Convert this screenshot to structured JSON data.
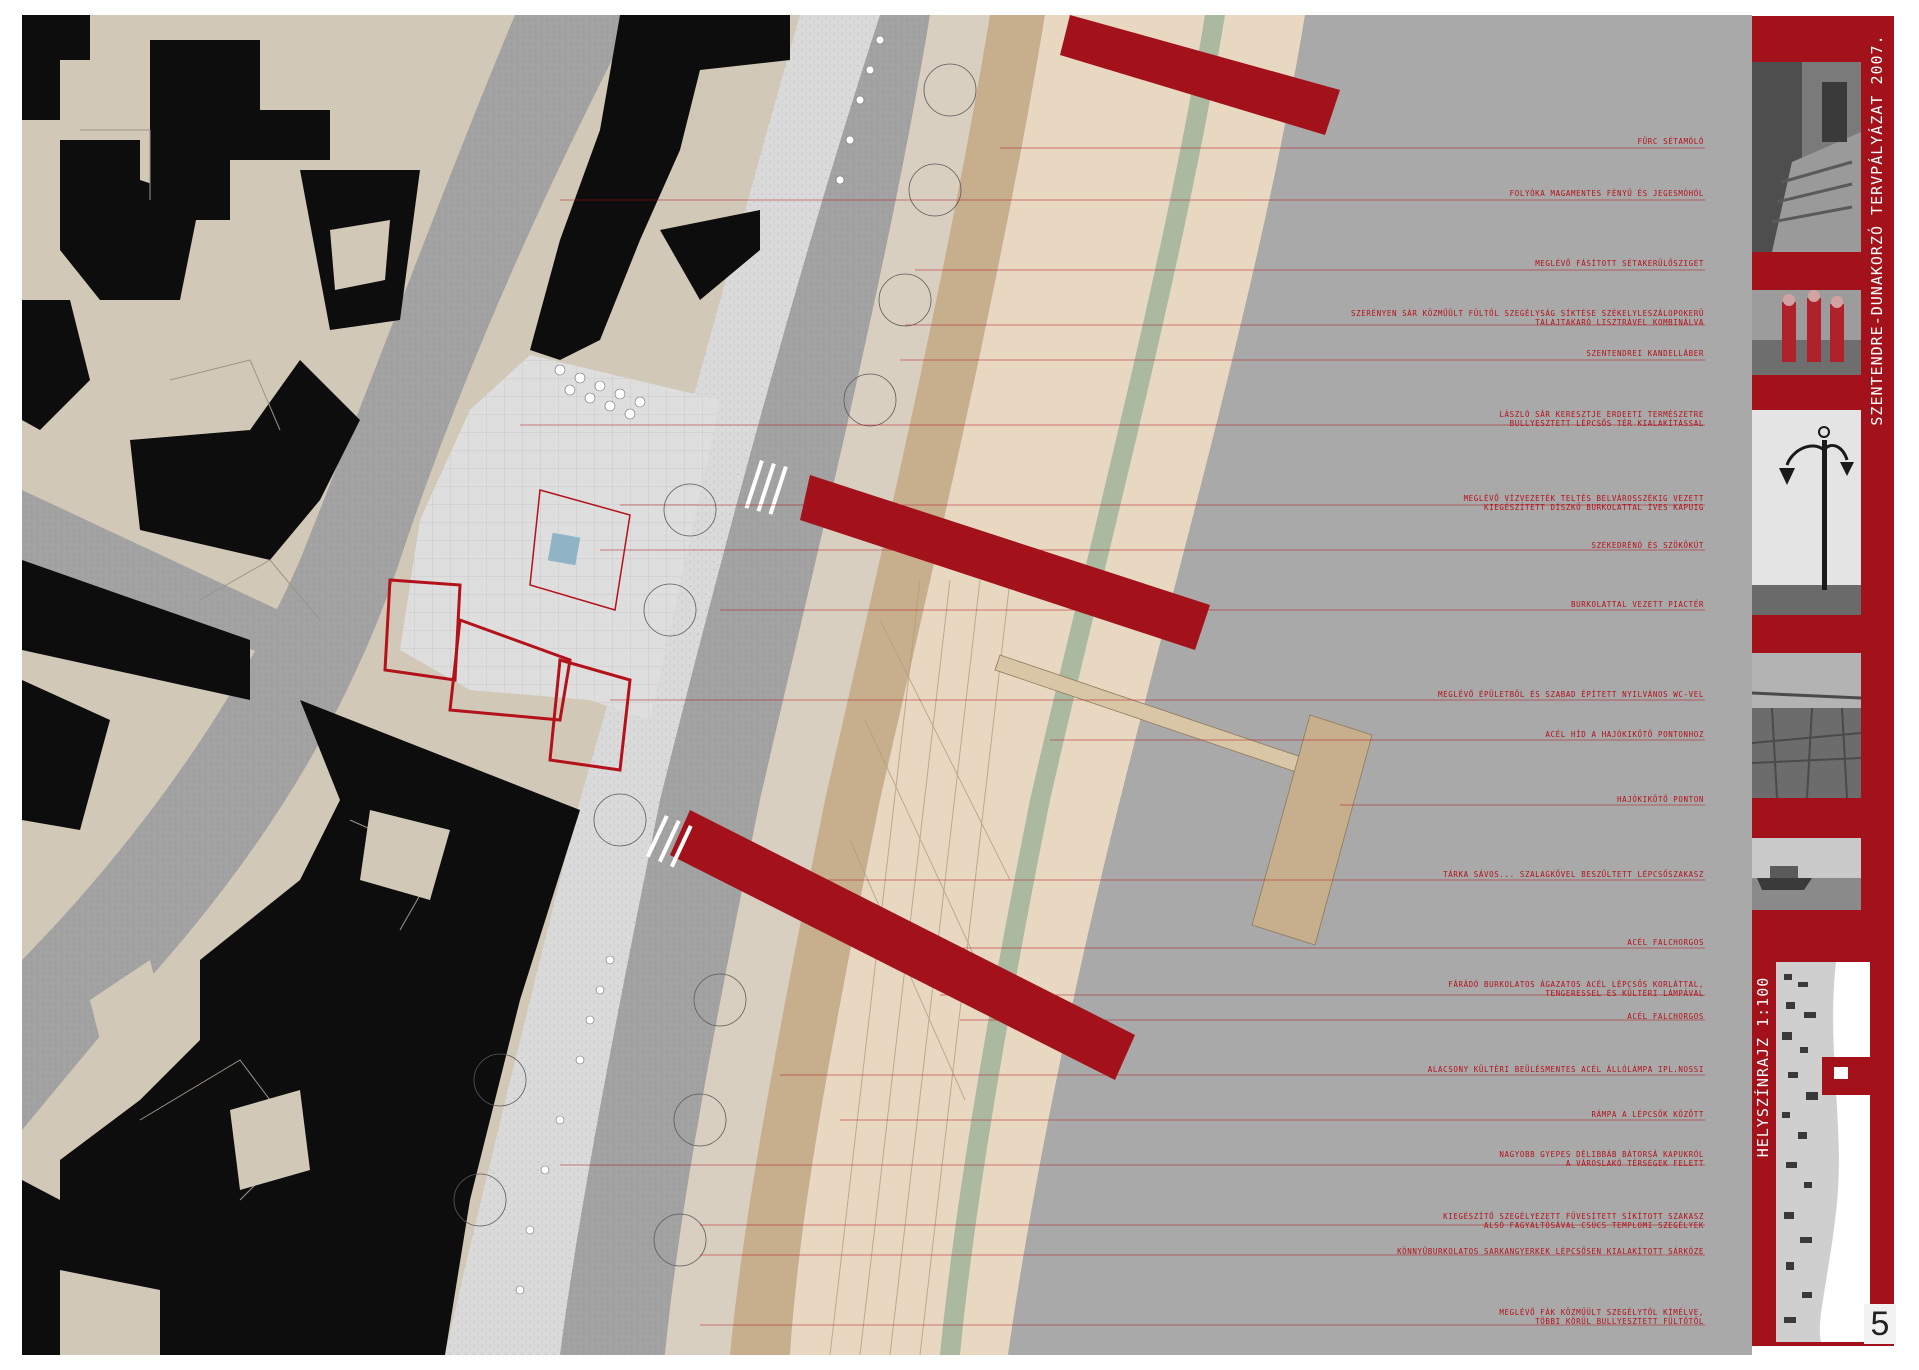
{
  "sheet": {
    "title": "SZENTENDRE-DUNAKORZÓ TERVPÁLYÁZAT 2007.",
    "site_plan_label": "HELYSZÍNRAJZ 1:100",
    "page_number": "5"
  },
  "labels": [
    "FŰRC SÉTAMÓLÓ",
    "FOLYÓKA MAGAMENTES FÉNYŰ ÉS JEGESMÓHÓL",
    "MEGLÉVŐ FÁSÍTOTT SÉTAKERÜLŐSZIGET",
    "SZERÉNYEN SÁR KÖZMŰÜLT FÜLTŐL SZEGÉLYSÁG SÍKTÉSE SZÉKELYLESZÁLOPOKERÜ\nTALAJTAKARÓ LISZTRÁVEL KOMBINÁLVA",
    "SZENTENDREI KANDELLÁBER",
    "LÁSZLÓ SÁR KERESZTJE ERDEETI TERMÉSZETRE\nBULLYESZTETT LÉPCSŐS TÉR KIALAKÍTÁSSAL",
    "MEGLÉVŐ VÍZVEZETÉK TELTÉS BELVÁROSSZÉKIG VEZETT\nKIEGÉSZÍTETT DÍSZKŐ BURKOLATTAL ÍVES KAPUIG",
    "SZÉKEDRÉNÓ ÉS SZÖKŐKÚT",
    "BURKOLATTAL VEZETT PIACTÉR",
    "MEGLÉVŐ ÉPÜLETBŐL ÉS SZABAD ÉPÍTETT NYILVÁNOS WC-VEL",
    "ACÉL HÍD A HAJÓKIKÖTŐ PONTONHOZ",
    "HAJÓKIKÖTŐ PONTON",
    "TÁRKA SÁVOS... SZALAGKŐVEL BESZŰLTETT LÉPCSŐSZAKASZ",
    "ACÉL FALCHORGOS",
    "FÁRÁDÓ BURKOLATOS ÁGAZATOS ACÉL LÉPCSŐS KORLÁTTAL,\nTENGERESSEL ÉS KÜLTÉRI LÁMPÁVAL",
    "ACÉL FALCHORGOS",
    "ALACSONY KÜLTÉRI BEÜLÉSMENTES ACÉL ÁLLÓLÁMPA IPL.NOSSI",
    "RÁMPA A LÉPCSŐK KÖZÖTT",
    "NAGYOBB GYEPES DÉLIBBÁB BÁTORSÁ KAPUKRÓL\nA VÁROSLAKÓ TÉRSÉGEK FELETT",
    "KIEGÉSZÍTŐ SZEGÉLYEZETT FŰVESÍTETT SÍKÍTOTT SZAKASZ\nALSÓ FAGYALTÓSÁVAL CSÚCS TEMPLOMI SZEGÉLYEK",
    "KÖNNYŰBURKOLATOS SARKANGYERKEK LÉPCSŐSEN KIALAKÍTOTT SÁRKÖZE",
    "MEGLÉVŐ FÁK KÖZMŰÜLT SZEGÉLYTŐL KÍMÉLVE,\nTÖBBI KÖRÜL BULLYESZTETT FÜLTŐTŐL"
  ],
  "colors": {
    "river": "#a9a9a9",
    "riverbank": "#e8d8c2",
    "buildings": "#0d0d0d",
    "plots": "#d2c8b8",
    "road": "#9e9e9e",
    "accent_red": "#a3111a",
    "promenade": "#c7ae8c",
    "green_strip": "#aab9a0",
    "plaza": "#dcdcdc",
    "fountain": "#8fb4c6"
  }
}
